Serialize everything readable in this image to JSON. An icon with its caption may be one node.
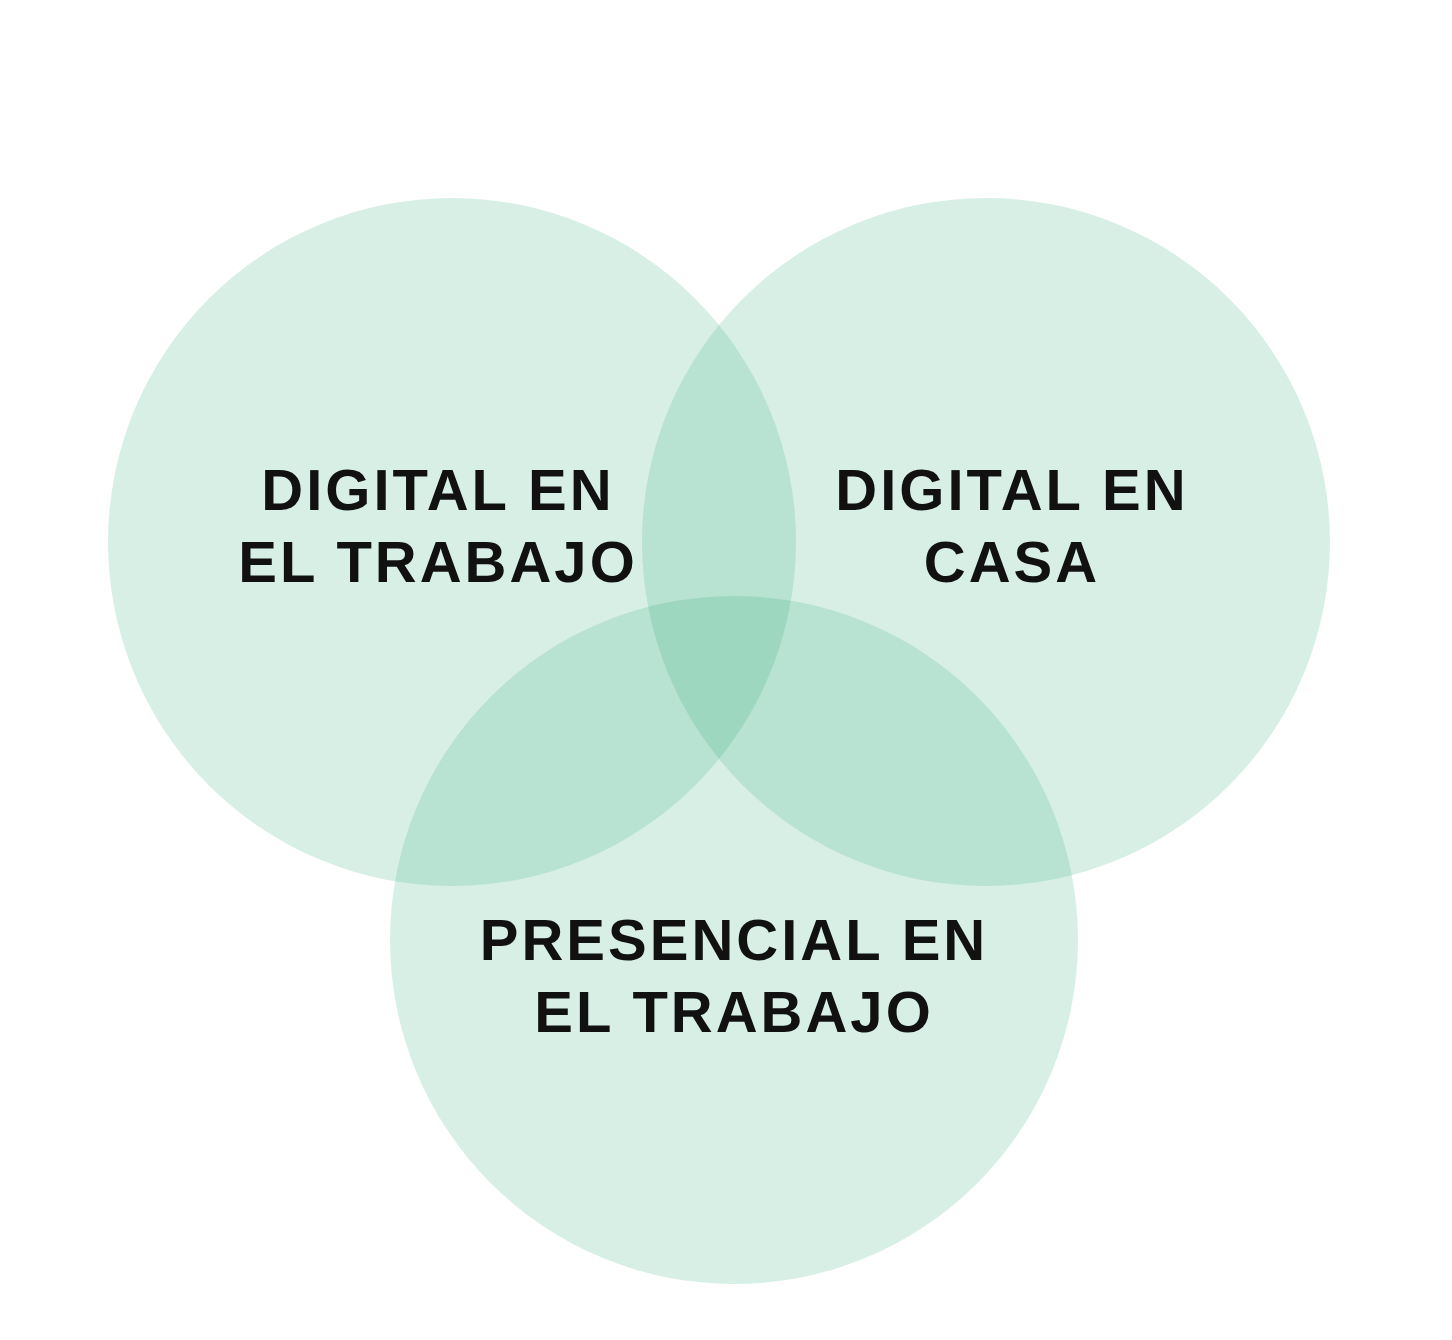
{
  "diagram": {
    "nodes": [
      {
        "text": [
          "DIGITAL EN EL TRABAJO"
        ]
      },
      {
        "text": [
          "DIGITAL EN CASA"
        ]
      },
      {
        "text": [
          "PRESENCIAL EN EL TRABAJO"
        ]
      }
    ]
  }
}
